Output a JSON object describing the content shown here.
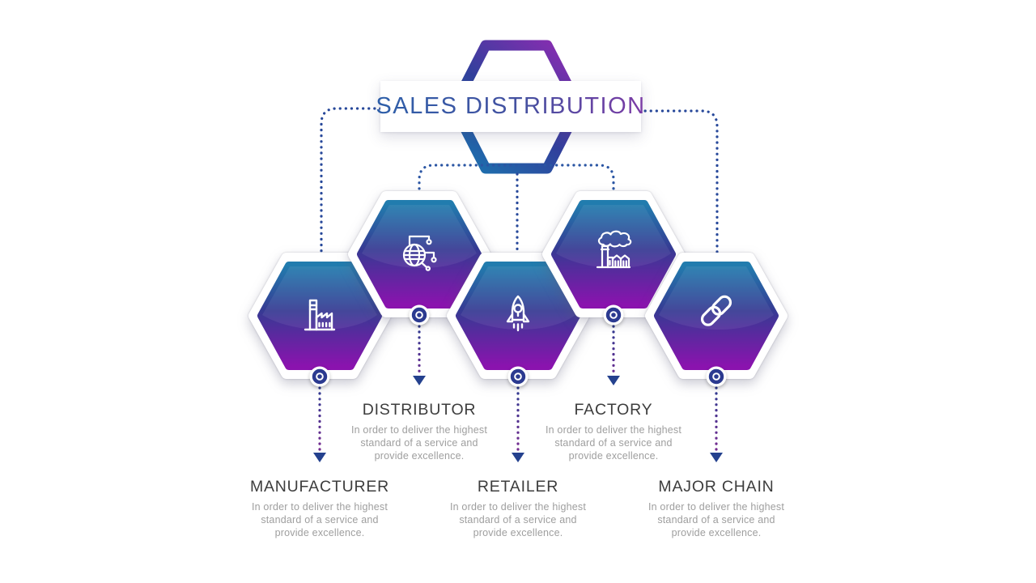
{
  "title": {
    "text": "SALES DISTRIBUTION"
  },
  "nodes": [
    {
      "label": "MANUFACTURER",
      "icon": "factory-icon",
      "description": "In order to deliver the highest\nstandard of a service and\nprovide excellence."
    },
    {
      "label": "DISTRIBUTOR",
      "icon": "globe-network-icon",
      "description": "In order to deliver the highest\nstandard of a service and\nprovide excellence."
    },
    {
      "label": "RETAILER",
      "icon": "rocket-icon",
      "description": "In order to deliver the highest\nstandard of a service and\nprovide excellence."
    },
    {
      "label": "FACTORY",
      "icon": "factory-smoke-icon",
      "description": "In order to deliver the highest\nstandard of a service and\nprovide excellence."
    },
    {
      "label": "MAJOR CHAIN",
      "icon": "chain-link-icon",
      "description": "In order to deliver the highest\nstandard of a service and\nprovide excellence."
    }
  ],
  "colors": {
    "hex_gradient_top": "#217CAE",
    "hex_gradient_mid": "#363A93",
    "hex_gradient_bottom": "#8A13AE",
    "connector_dots": "#27489A",
    "drop_dots_top": "#2B3990",
    "drop_dots_bottom": "#7C2B90",
    "arrowhead": "#24418E",
    "node_ring": "#2B3A90",
    "title_gradient_left": "#2D5FA9",
    "title_gradient_right": "#7D3BA6",
    "label_text": "#3D3D3D",
    "description_text": "#9E9E9E"
  }
}
